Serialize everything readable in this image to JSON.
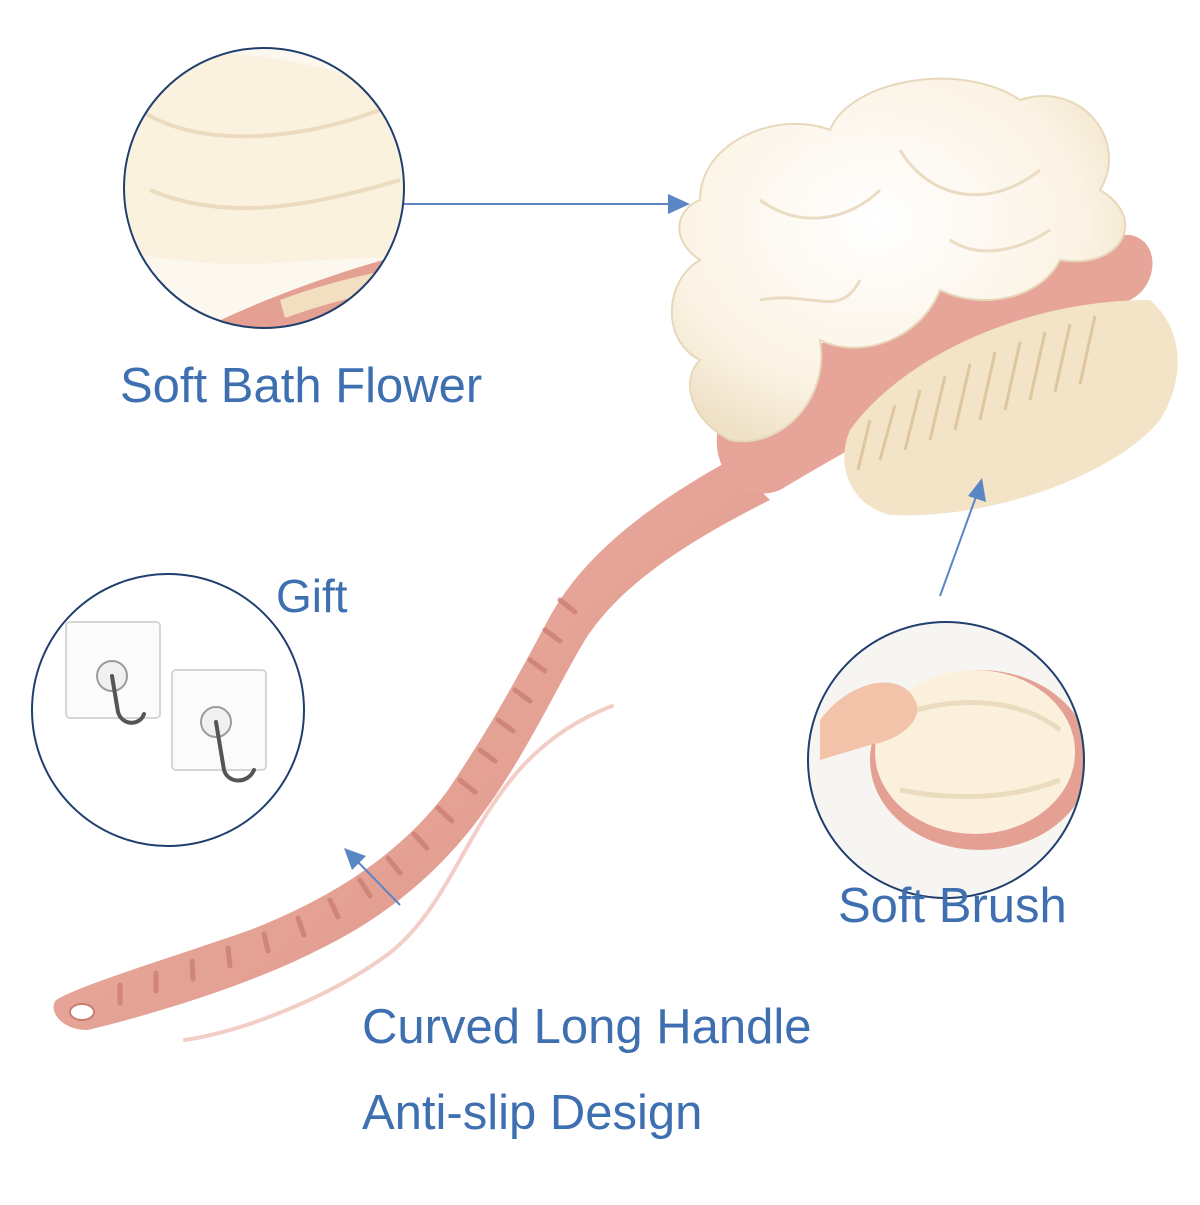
{
  "labels": {
    "soft_bath_flower": "Soft Bath Flower",
    "gift": "Gift",
    "soft_brush": "Soft Brush",
    "curved_long_handle": "Curved Long Handle",
    "anti_slip_design": "Anti-slip Design"
  },
  "colors": {
    "label_text": "#3e6fb0",
    "callout_line": "#5b86c4",
    "circle_outline": "#1f3f6e",
    "handle": "#e8a79b",
    "handle_dark": "#d98c7f",
    "sponge": "#fbf3e4",
    "bristles": "#f4e6cd",
    "background": "#ffffff"
  },
  "icons": {
    "flower_circle": "bath-flower-closeup",
    "gift_circle": "adhesive-hook-pair",
    "brush_circle": "soft-brush-closeup"
  }
}
